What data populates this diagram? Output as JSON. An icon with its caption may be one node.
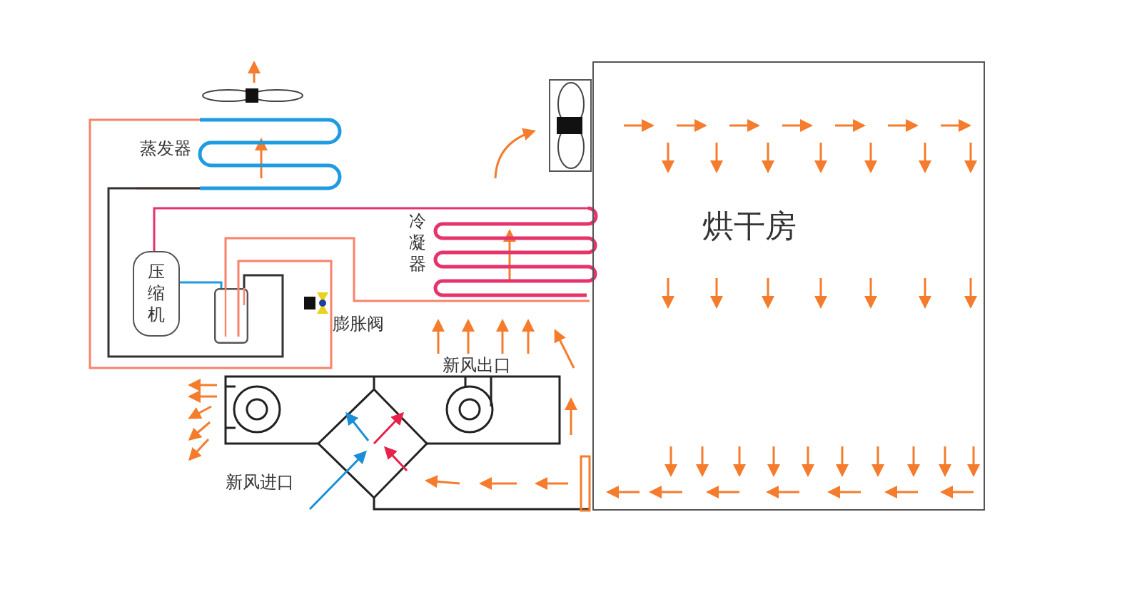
{
  "diagram": {
    "nodes": [
      {
        "text": [
          "蒸发器"
        ]
      },
      {
        "text": [
          "冷凝器"
        ]
      },
      {
        "text": [
          "烘干房"
        ]
      },
      {
        "text": [
          "压缩机"
        ]
      },
      {
        "text": [],
        "shape": "cylinder"
      }
    ],
    "edges": [
      {
        "from": 0,
        "to": 4,
        "arrow": "none",
        "color": "#f8826a"
      },
      {
        "from": 0,
        "to": 4,
        "arrow": "none",
        "color": "#333333"
      },
      {
        "from": 3,
        "to": 1,
        "arrow": "none",
        "color": "#e6336b"
      },
      {
        "from": 4,
        "to": 1,
        "arrow": "none",
        "color": "#f8826a"
      },
      {
        "from": 3,
        "to": 4,
        "arrow": "none",
        "color": "#1f9be0"
      }
    ],
    "labels": [
      "膨胀阀",
      "新风出口",
      "新风进口"
    ]
  }
}
